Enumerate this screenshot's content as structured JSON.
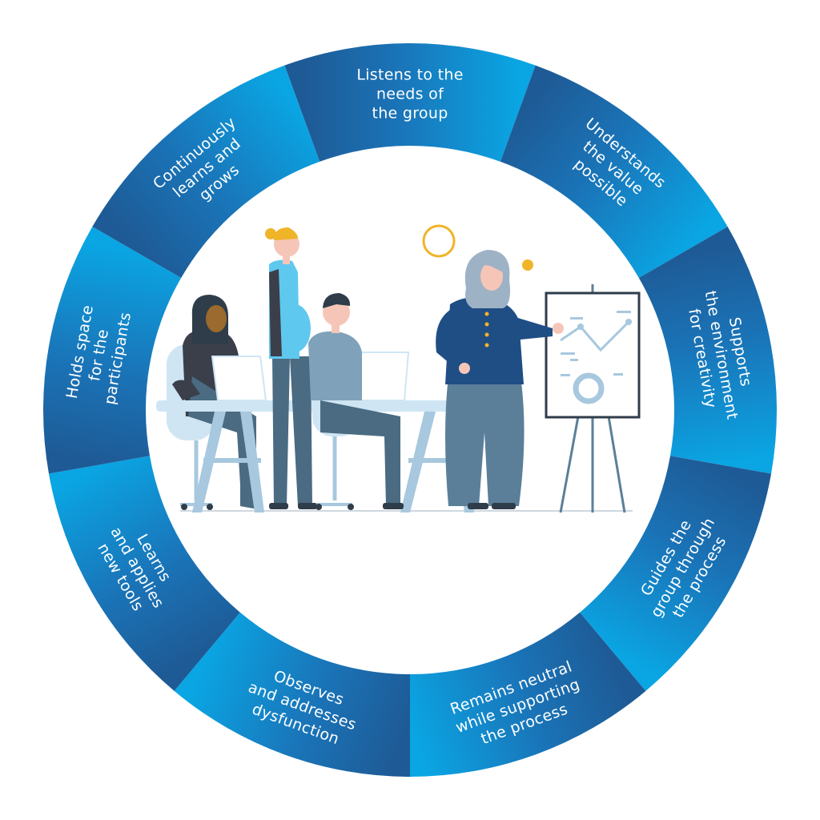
{
  "wheel": {
    "segments": [
      {
        "lines": [
          "Listens to the",
          "needs of",
          "the group"
        ]
      },
      {
        "lines": [
          "Understands",
          "the value",
          "possible"
        ]
      },
      {
        "lines": [
          "Supports",
          "the environment",
          "for creativity"
        ]
      },
      {
        "lines": [
          "Guides the",
          "group through",
          "the process"
        ]
      },
      {
        "lines": [
          "Remains neutral",
          "while supporting",
          "the process"
        ]
      },
      {
        "lines": [
          "Observes",
          "and addresses",
          "dysfunction"
        ]
      },
      {
        "lines": [
          "Learns",
          "and applies",
          "new tools"
        ]
      },
      {
        "lines": [
          "Holds space",
          "for the",
          "participants"
        ]
      },
      {
        "lines": [
          "Continuously",
          "learns and",
          "grows"
        ]
      }
    ],
    "colors": {
      "dark": "#1e5a95",
      "light": "#0aa5e3"
    }
  },
  "illustration": {
    "palette": {
      "skin": "#f5c6b8",
      "hair_gold": "#f0b429",
      "hair_dark": "#3a3f4a",
      "hair_grey": "#9eb2c6",
      "navy": "#1f4e85",
      "slate": "#5b7f99",
      "steel": "#4a6b82",
      "light_blue": "#cfe5f3",
      "cyan": "#5fc8ee",
      "table": "#a7c8de",
      "gold_accent": "#f0b429"
    }
  }
}
